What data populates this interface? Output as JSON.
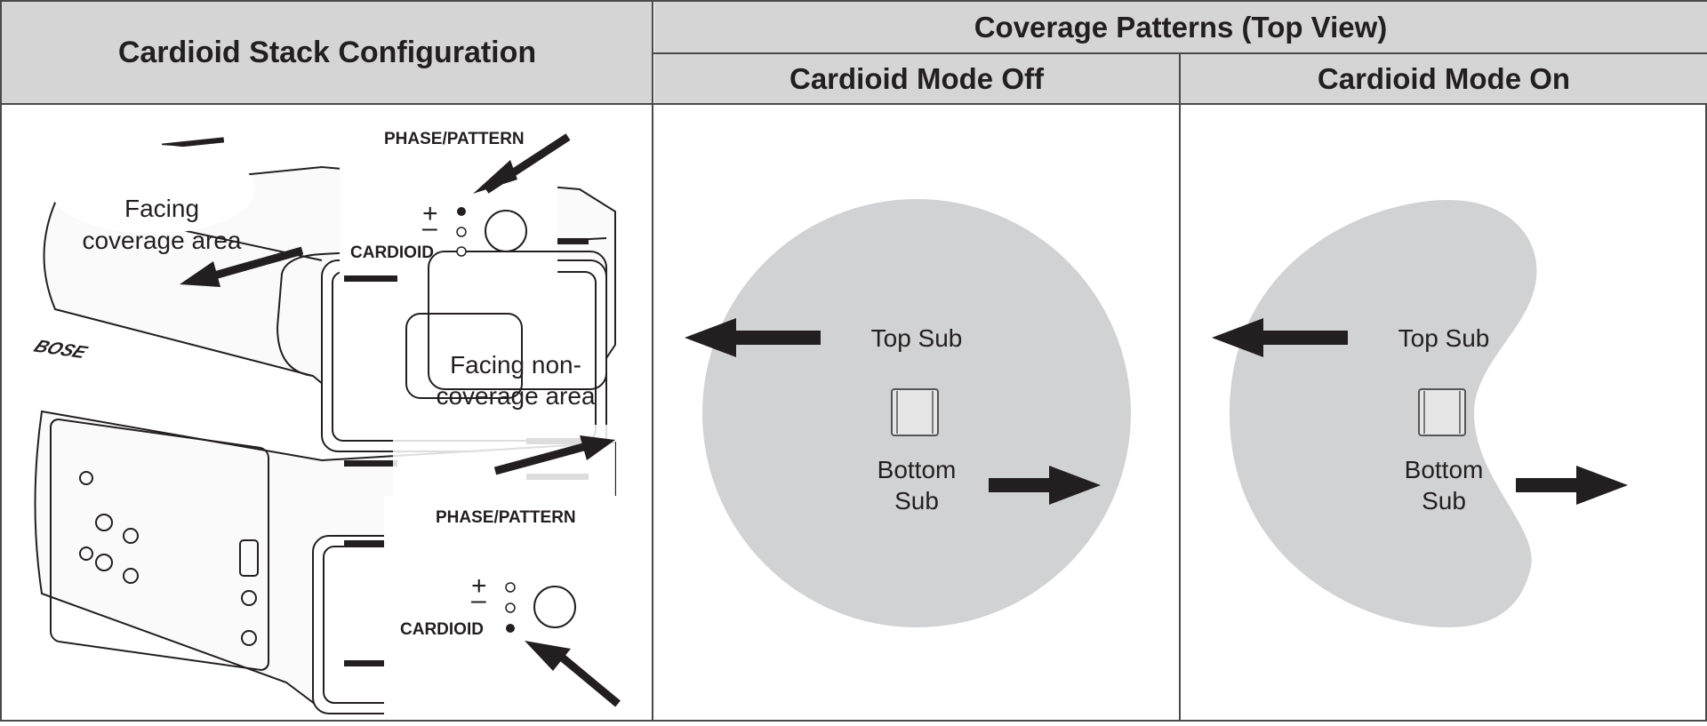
{
  "headers": {
    "left": "Cardioid Stack Configuration",
    "right_group": "Coverage Patterns (Top View)",
    "mode_off": "Cardioid Mode Off",
    "mode_on": "Cardioid Mode On"
  },
  "stack": {
    "top_panel_label": "PHASE/PATTERN",
    "bottom_panel_label": "PHASE/PATTERN",
    "cardioid_label": "CARDIOID",
    "plus_sign": "+",
    "minus_sign": "–",
    "facing_coverage_line1": "Facing",
    "facing_coverage_line2": "coverage area",
    "facing_noncoverage_line1": "Facing non-",
    "facing_noncoverage_line2": "coverage area",
    "brand_mark": "BOSE",
    "top_selected": "+",
    "bottom_selected": "CARDIOID"
  },
  "patterns": {
    "off": {
      "top_label": "Top Sub",
      "bottom_line1": "Bottom",
      "bottom_line2": "Sub"
    },
    "on": {
      "top_label": "Top Sub",
      "bottom_line1": "Bottom",
      "bottom_line2": "Sub"
    }
  },
  "colors": {
    "header_bg": "#d5d5d6",
    "pattern_fill": "#d1d2d3",
    "ink": "#231f20"
  }
}
